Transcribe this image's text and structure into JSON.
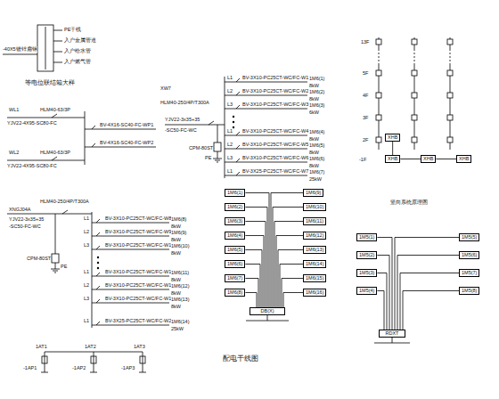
{
  "diagram": {
    "nodes": [
      {
        "text": [
          "XHB"
        ]
      },
      {
        "text": [
          "XHB"
        ]
      },
      {
        "text": [
          "XHB"
        ]
      },
      {
        "text": [
          "XHB"
        ]
      },
      {
        "text": [
          "1M6(1)"
        ]
      },
      {
        "text": [
          "1M6(2)"
        ]
      },
      {
        "text": [
          "1M6(3)"
        ]
      },
      {
        "text": [
          "1M6(4)"
        ]
      },
      {
        "text": [
          "1M6(5)"
        ]
      },
      {
        "text": [
          "1M6(6)"
        ]
      },
      {
        "text": [
          "1M6(7)"
        ]
      },
      {
        "text": [
          "1M6(8)"
        ]
      },
      {
        "text": [
          "1M6(9)"
        ]
      },
      {
        "text": [
          "1M6(10)"
        ]
      },
      {
        "text": [
          "1M6(11)"
        ]
      },
      {
        "text": [
          "1M6(12)"
        ]
      },
      {
        "text": [
          "1M6(13)"
        ]
      },
      {
        "text": [
          "1M6(14)"
        ]
      },
      {
        "text": [
          "1M6(15)"
        ]
      },
      {
        "text": [
          "1M6(16)"
        ]
      },
      {
        "text": [
          "DB(X)"
        ]
      },
      {
        "text": [
          "1M5(1)"
        ]
      },
      {
        "text": [
          "1M5(2)"
        ]
      },
      {
        "text": [
          "1M5(3)"
        ]
      },
      {
        "text": [
          "1M5(4)"
        ]
      },
      {
        "text": [
          "1M5(5)"
        ]
      },
      {
        "text": [
          "1M5(6)"
        ]
      },
      {
        "text": [
          "1M5(7)"
        ]
      },
      {
        "text": [
          "1M5(8)"
        ]
      },
      {
        "text": [
          "RDXT"
        ]
      }
    ],
    "edges": [
      {
        "from": 1,
        "to": 2,
        "arrow": "none"
      },
      {
        "from": 2,
        "to": 3,
        "arrow": "none"
      },
      {
        "from": 1,
        "to": 0,
        "arrow": "none"
      },
      {
        "from": 4,
        "to": 20,
        "arrow": "none"
      },
      {
        "from": 5,
        "to": 20,
        "arrow": "none"
      },
      {
        "from": 6,
        "to": 20,
        "arrow": "none"
      },
      {
        "from": 7,
        "to": 20,
        "arrow": "none"
      },
      {
        "from": 8,
        "to": 20,
        "arrow": "none"
      },
      {
        "from": 9,
        "to": 20,
        "arrow": "none"
      },
      {
        "from": 10,
        "to": 20,
        "arrow": "none"
      },
      {
        "from": 11,
        "to": 20,
        "arrow": "none"
      },
      {
        "from": 12,
        "to": 20,
        "arrow": "none"
      },
      {
        "from": 13,
        "to": 20,
        "arrow": "none"
      },
      {
        "from": 14,
        "to": 20,
        "arrow": "none"
      },
      {
        "from": 15,
        "to": 20,
        "arrow": "none"
      },
      {
        "from": 16,
        "to": 20,
        "arrow": "none"
      },
      {
        "from": 17,
        "to": 20,
        "arrow": "none"
      },
      {
        "from": 18,
        "to": 20,
        "arrow": "none"
      },
      {
        "from": 19,
        "to": 20,
        "arrow": "none"
      },
      {
        "from": 21,
        "to": 29,
        "arrow": "none"
      },
      {
        "from": 22,
        "to": 29,
        "arrow": "none"
      },
      {
        "from": 23,
        "to": 29,
        "arrow": "none"
      },
      {
        "from": 24,
        "to": 29,
        "arrow": "none"
      },
      {
        "from": 25,
        "to": 29,
        "arrow": "none"
      },
      {
        "from": 26,
        "to": 29,
        "arrow": "none"
      },
      {
        "from": 27,
        "to": 29,
        "arrow": "none"
      },
      {
        "from": 28,
        "to": 29,
        "arrow": "none"
      }
    ],
    "labels": [
      "PE干线",
      "入户金属管道",
      "入户给水管",
      "入户燃气管",
      "-40X5镀锌扁钢",
      "等电位联结箱大样",
      "WL1",
      "YJV22-4X95-SC80-FC",
      "HLM40-63/3P",
      "BV-4X16-SC40-FC-WP1",
      "BV-4X16-SC40-FC-WP2",
      "WL2",
      "HLM40-63/3P",
      "YJV22-4X95-SC80-FC",
      "XW7",
      "HLM40-250/4P/T300A",
      "YJV22-3x35+35",
      "-SC50-FC-WC",
      "CPM-80ST",
      "PE",
      "L1",
      "BV-3X10-PC25CT-WC/FC-W1",
      "1M6(1)",
      "8kW",
      "L2",
      "BV-3X10-PC25CT-WC/FC-W2",
      "1M6(2)",
      "8kW",
      "L3",
      "BV-3X10-PC25CT-WC/FC-W3",
      "1M6(3)",
      "6kW",
      "L1",
      "BV-3X10-PC25CT-WC/FC-W4",
      "1M6(4)",
      "8kW",
      "L2",
      "BV-3X10-PC25CT-WC/FC-W5",
      "1M6(5)",
      "8kW",
      "L3",
      "BV-3X10-PC25CT-WC/FC-W6",
      "1M6(6)",
      "8kW",
      "L1",
      "BV-3X25-PC25CT-WC/FC-W7",
      "1M6(7)",
      "25kW",
      "XNGJ04A",
      "HLM40-250/4P/T300A",
      "YJV22-3x35+35",
      "-SC50-FC-WC",
      "CPM-80ST",
      "PE",
      "L1",
      "BV-3X10-PC25CT-WC/FC-W8",
      "1M6(8)",
      "8kW",
      "L2",
      "BV-3X10-PC25CT-WC/FC-W9",
      "1M6(9)",
      "8kW",
      "L3",
      "BV-3X10-PC25CT-WC/FC-W10",
      "1M6(10)",
      "8kW",
      "L1",
      "BV-3X10-PC25CT-WC/FC-W11",
      "1M6(11)",
      "8kW",
      "L2",
      "BV-3X10-PC25CT-WC/FC-W12",
      "1M6(12)",
      "8kW",
      "L3",
      "BV-3X10-PC25CT-WC/FC-W13",
      "1M6(13)",
      "8kW",
      "L1",
      "BV-3X25-PC25CT-WC/FC-W22",
      "1M6(14)",
      "25kW",
      "1AT1",
      "-1AP1",
      "1AT2",
      "-1AP2",
      "1AT3",
      "-1AP3",
      "13F",
      "5F",
      "4F",
      "3F",
      "2F",
      "-1F",
      "竖向系统原理图",
      "配电干线图"
    ]
  }
}
